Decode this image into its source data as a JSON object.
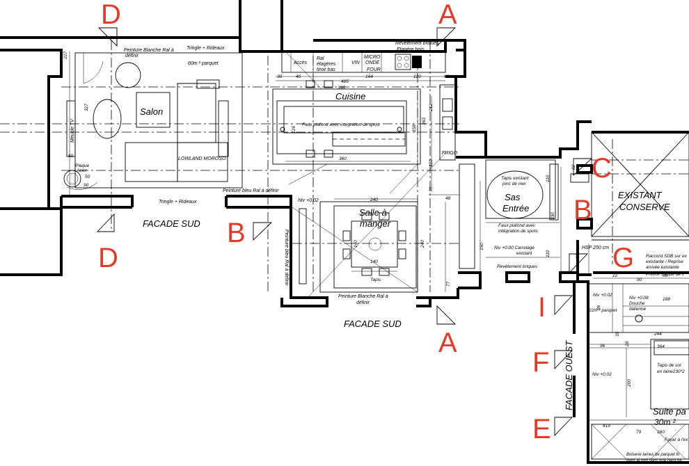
{
  "rooms": {
    "salon": "Salon",
    "cuisine": "Cuisine",
    "salle_line1": "Salle à",
    "salle_line2": "manger",
    "sas_line1": "Sas",
    "sas_line2": "Entrée",
    "existant_line1": "EXISTANT",
    "existant_line2": "CONSERVE",
    "suite": "Suite pa",
    "suite_area": "30m ²"
  },
  "section_markers": {
    "d_top": "D",
    "a_top": "A",
    "c": "C",
    "b_right": "B",
    "g": "G",
    "b_left": "B",
    "d_bottom": "D",
    "a_bottom": "A",
    "i": "I",
    "f": "F",
    "e": "E"
  },
  "facades": {
    "sud_left": "FACADE SUD",
    "sud_center": "FACADE SUD",
    "ouest": "FACADE OUEST"
  },
  "notes": {
    "peinture_blanche_top_1": "Peinture Blanche Ral à",
    "peinture_blanche_top_2": "définir",
    "tringle_top": "Tringle + Rideaux",
    "parquet": "60m ² parquet",
    "revetement_top_1": "Revêtement briques",
    "revetement_top_2": "Etagère bois",
    "acces": "Accès",
    "ral_etageres_1": "Ral",
    "ral_etageres_2": "étagères",
    "ral_etageres_3": "tiroir bas",
    "vin": "VIN",
    "micro_onde_1": "MICRO",
    "micro_onde_2": "ONDE",
    "four": "FOUR",
    "faux_plafond_cuisine": "Faux plafond avec intégration de spots",
    "frigo": "FRIGO",
    "lowland": "LOWLAND MOROSO",
    "tringle_bottom": "Tringle + Rideaux",
    "peinture_bleu": "Peinture bleu Ral à définir",
    "plaque_1": "Plaque",
    "plaque_2": "Acier",
    "meuble_tv": "Meuble TV",
    "niv_002_salle": "Niv +0.02",
    "tapis_existant_1": "Tapis existant",
    "tapis_existant_2": "jonc de mer",
    "faux_plafond_sas_1": "Faux plafond avec",
    "faux_plafond_sas_2": "intégration de spots",
    "niv_000_1": "Niv +0.00 Carrelage",
    "niv_000_2": "existant",
    "revetement_bottom": "Revêtement briques",
    "tapis": "Tapis",
    "peinture_blanche_bottom_1": "Peinture Blanche Ral à",
    "peinture_blanche_bottom_2": "définir",
    "peinture_bleu_vert": "Peinture bleu Ral à définir",
    "hsp": "HSP 250 cm",
    "raccord_1": "Raccord SDB sur ex",
    "raccord_2": "existante / Reprise",
    "raccord_3": "arrivée existante",
    "prevoir": "Prévoir trappe de v",
    "niv_002_sdb": "Niv +0.02",
    "sdb_area": "22m ² parquet",
    "niv_008_1": "Niv +0.08",
    "niv_008_2": "Douche",
    "niv_008_3": "italienne",
    "niv_002_suite": "Niv +0.02",
    "tapis_sol_1": "Tapis de sol",
    "tapis_sol_2": "en laine230*2",
    "fayar": "Fayar à l'ex",
    "bottom_note_1": "Boiserie lames de parquet fo",
    "bottom_note_2": "dans le mm sens que celui pa"
  },
  "dimensions": {
    "d227": "227",
    "d327": "327",
    "d60a": "60",
    "d50": "50",
    "d90": "90",
    "d30": "30",
    "d40": "40",
    "d396": "396",
    "d465": "465",
    "d164": "164",
    "d120": "120",
    "d60b": "60",
    "d126": "126",
    "d158": "158",
    "d363": "363",
    "d212": "212",
    "d360": "360",
    "d120b": "120",
    "d30b": "30",
    "d48": "48",
    "d240": "240",
    "d140a": "140",
    "d140b": "140",
    "d240b": "240",
    "d150": "150",
    "d77": "77",
    "d110a": "110",
    "d110b": "110",
    "d330": "330",
    "d88": "88",
    "d22": "22",
    "d90b": "90",
    "d60c": "60",
    "d188": "188",
    "d244": "244",
    "d96": "96",
    "d364": "364",
    "d200": "200",
    "d419": "419",
    "d79": "79",
    "d160": "160",
    "d35": "35",
    "d28": "28",
    "d86": "86",
    "d82": "82"
  }
}
